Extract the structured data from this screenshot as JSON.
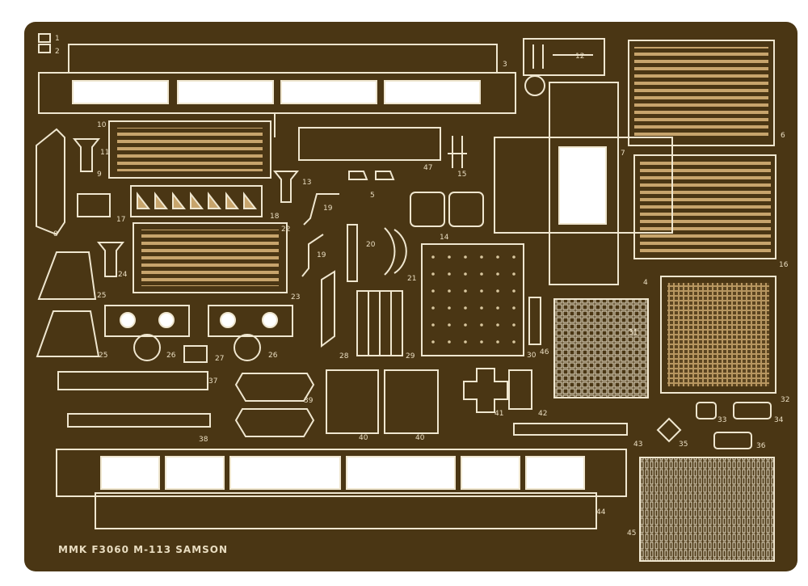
{
  "colors": {
    "sheet": "#4a3614",
    "outline": "#efe6cf",
    "brass": "#c7a46c",
    "dot": "#d9c8a0",
    "label": "#e8dcc0",
    "background": "#ffffff"
  },
  "credit": "MMK F3060 M-113 SAMSON",
  "part_numbers": [
    "1",
    "2",
    "3",
    "4",
    "5",
    "6",
    "7",
    "8",
    "9",
    "10",
    "11",
    "12",
    "13",
    "14",
    "15",
    "16",
    "17",
    "18",
    "19",
    "19",
    "20",
    "21",
    "22",
    "23",
    "24",
    "25",
    "25",
    "26",
    "26",
    "27",
    "28",
    "29",
    "30",
    "31",
    "32",
    "33",
    "34",
    "35",
    "36",
    "37",
    "38",
    "39",
    "40",
    "40",
    "41",
    "42",
    "43",
    "44",
    "45",
    "46",
    "47"
  ]
}
